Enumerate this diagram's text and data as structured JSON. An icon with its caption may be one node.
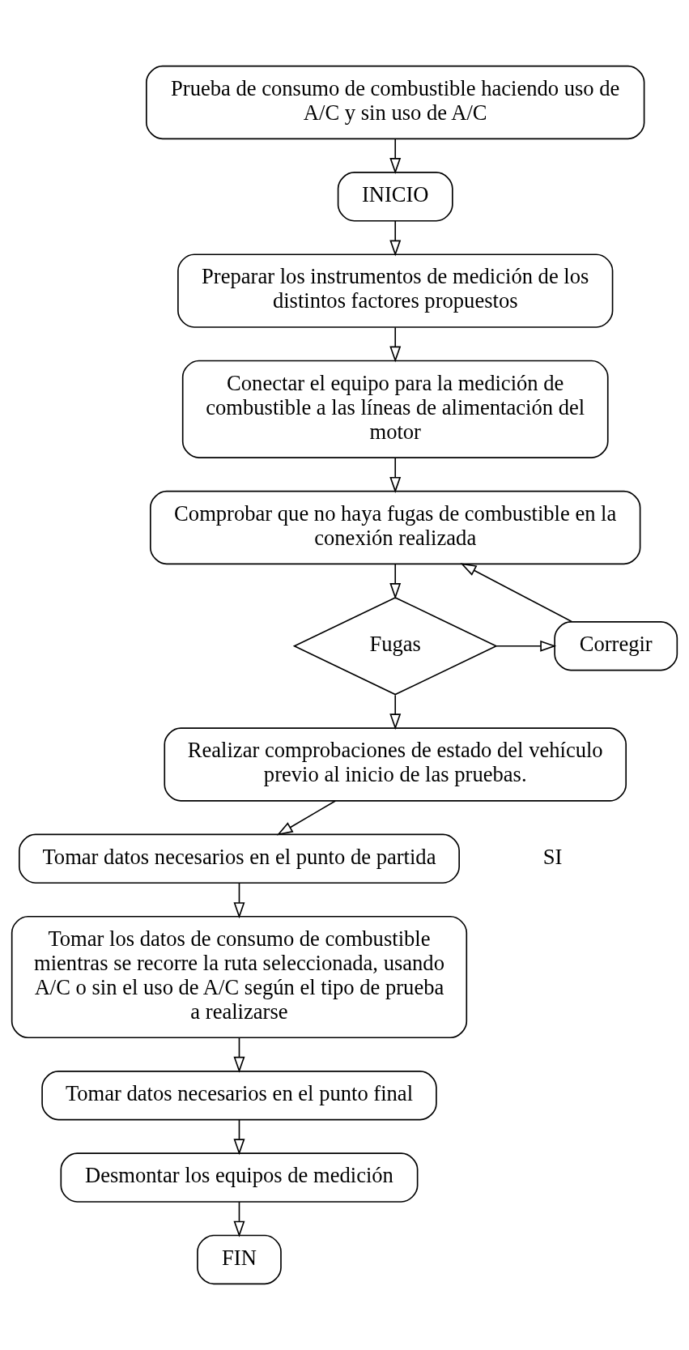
{
  "diagram": {
    "nodes": [
      {
        "text": [
          "Prueba de consumo de combustible haciendo uso de A/C y sin uso de A/C"
        ]
      },
      {
        "text": [
          "INICIO"
        ]
      },
      {
        "text": [
          "Preparar los instrumentos de medición de los distintos factores propuestos"
        ]
      },
      {
        "text": [
          "Conectar el equipo para la medición de combustible a las líneas de alimentación del motor"
        ]
      },
      {
        "text": [
          "Comprobar que no haya fugas de combustible en la conexión realizada"
        ]
      },
      {
        "text": [
          "Corregir"
        ]
      },
      {
        "text": [
          "Fugas"
        ]
      },
      {
        "text": [
          "Realizar comprobaciones de estado del vehículo previo al inicio de las pruebas."
        ]
      },
      {
        "text": [
          "Tomar datos necesarios en el punto de partida"
        ]
      },
      {
        "text": [
          "Tomar los datos de consumo de combustible mientras se recorre la ruta seleccionada, usando A/C o sin el uso de A/C según el tipo de prueba a realizarse"
        ]
      },
      {
        "text": [
          "Tomar datos necesarios en el punto final"
        ]
      },
      {
        "text": [
          "Desmontar los equipos de medición"
        ]
      },
      {
        "text": [
          "FIN"
        ]
      }
    ],
    "edges": [
      {
        "from": 0,
        "to": 1,
        "arrow": "to"
      },
      {
        "from": 1,
        "to": 2,
        "arrow": "to"
      },
      {
        "from": 2,
        "to": 3,
        "arrow": "to"
      },
      {
        "from": 3,
        "to": 4,
        "arrow": "to"
      },
      {
        "from": 4,
        "to": 6,
        "arrow": "to"
      },
      {
        "from": 6,
        "to": 5,
        "arrow": "to"
      },
      {
        "from": 5,
        "to": 4,
        "arrow": "to"
      },
      {
        "from": 6,
        "to": 7,
        "arrow": "to"
      },
      {
        "from": 7,
        "to": 8,
        "arrow": "to"
      },
      {
        "from": 8,
        "to": 9,
        "arrow": "to"
      },
      {
        "from": 9,
        "to": 10,
        "arrow": "to"
      },
      {
        "from": 10,
        "to": 11,
        "arrow": "to"
      },
      {
        "from": 11,
        "to": 12,
        "arrow": "to"
      }
    ],
    "labels": [
      "SI"
    ]
  }
}
